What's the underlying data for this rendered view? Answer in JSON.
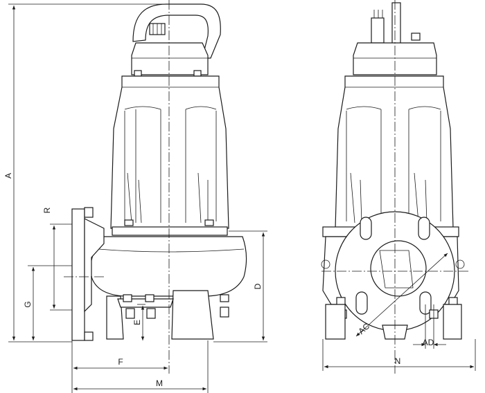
{
  "dimensions": {
    "A": "A",
    "R": "R",
    "G": "G",
    "E": "E",
    "D": "D",
    "F": "F",
    "M": "M",
    "N": "N",
    "AC": "AC",
    "AD": "AD"
  }
}
